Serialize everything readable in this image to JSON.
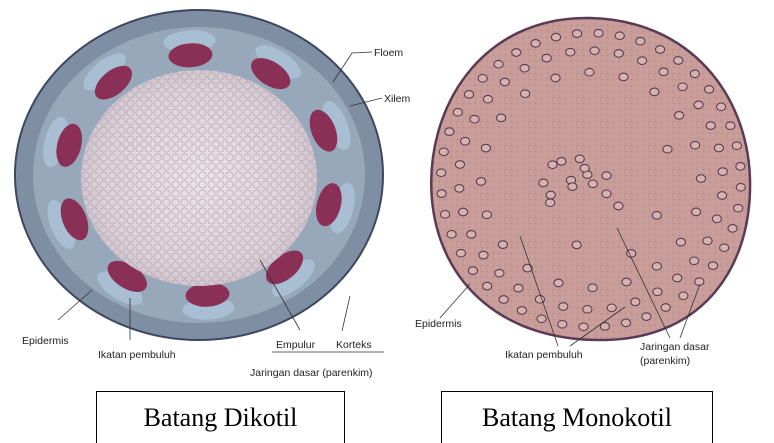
{
  "dicot": {
    "labels": {
      "floem": "Floem",
      "xilem": "Xilem",
      "epidermis": "Epidermis",
      "ikatan_pembuluh": "Ikatan pembuluh",
      "empulur": "Empulur",
      "korteks": "Korteks",
      "jaringan_dasar": "Jaringan dasar (parenkim)"
    },
    "caption": "Batang Dikotil"
  },
  "monocot": {
    "labels": {
      "epidermis": "Epidermis",
      "ikatan_pembuluh": "Ikatan pembuluh",
      "jaringan_dasar_line1": "Jaringan dasar",
      "jaringan_dasar_line2": "(parenkim)"
    },
    "caption": "Batang Monokotil"
  },
  "colors": {
    "dicot_cortex": "#7f8fa3",
    "dicot_pith": "#e3d9dc",
    "dicot_xylem": "#8a2f55",
    "dicot_phloem": "#a8bed2",
    "monocot_tissue": "#c79a96",
    "monocot_rim": "#5a3a55"
  }
}
